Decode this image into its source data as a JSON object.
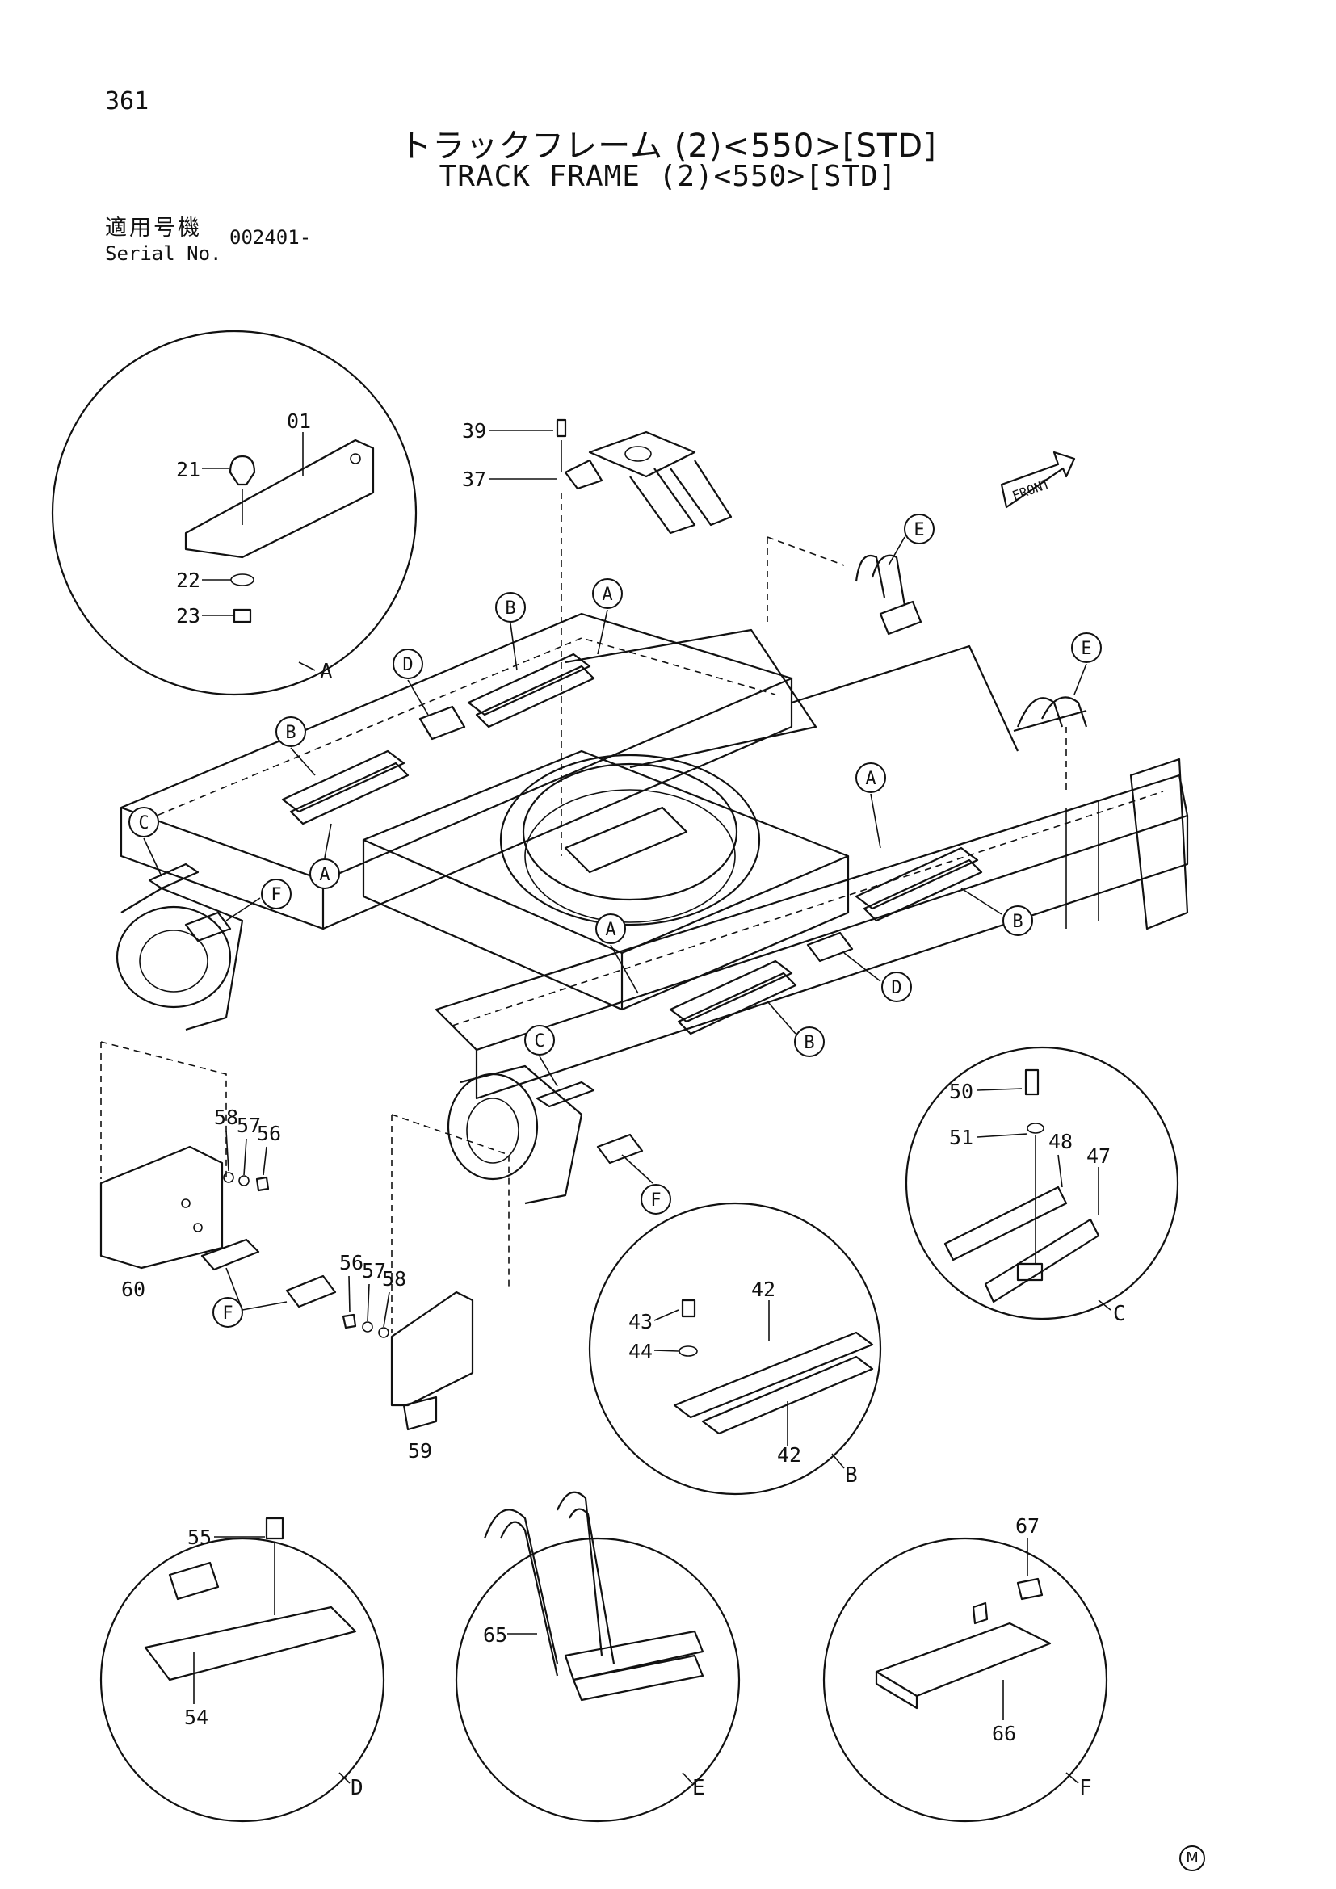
{
  "header": {
    "page_number": "361",
    "title_jp": "トラックフレーム (2)<550>[STD]",
    "title_en": "TRACK FRAME (2)<550>[STD]",
    "serial_label_jp": "適用号機",
    "serial_label_en": "Serial No.",
    "serial_value": "002401-"
  },
  "front_indicator": "FRONT",
  "callout_letters": {
    "a": "A",
    "b": "B",
    "c": "C",
    "d": "D",
    "e": "E",
    "f": "F"
  },
  "part_numbers": {
    "p01": "01",
    "p21": "21",
    "p22": "22",
    "p23": "23",
    "p37": "37",
    "p39": "39",
    "p42": "42",
    "p43": "43",
    "p44": "44",
    "p47": "47",
    "p48": "48",
    "p50": "50",
    "p51": "51",
    "p54": "54",
    "p55": "55",
    "p56": "56",
    "p57": "57",
    "p58": "58",
    "p59": "59",
    "p60": "60",
    "p65": "65",
    "p66": "66",
    "p67": "67"
  },
  "footer_mark": "M"
}
